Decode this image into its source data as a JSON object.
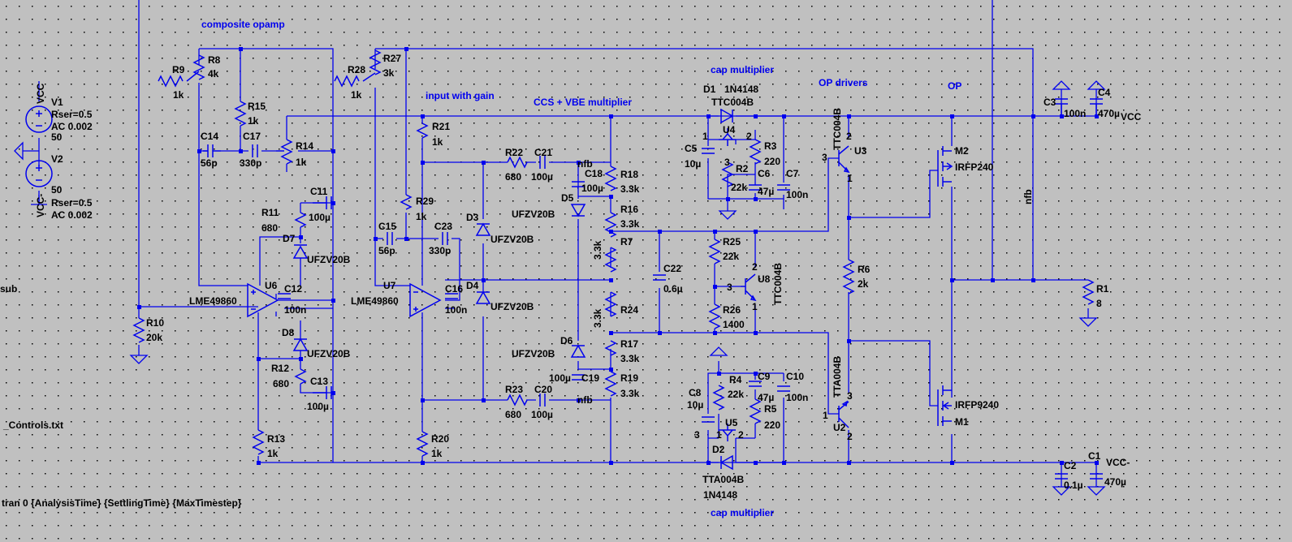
{
  "comments": {
    "composite": "composite opamp",
    "input_gain": "input with gain",
    "ccs_vbe": "CCS + VBE multiplier",
    "cap_mult_top": "cap multiplier",
    "op_drivers": "OP drivers",
    "op": "OP",
    "cap_mult_bottom": "cap multiplier"
  },
  "directives": {
    "tran": "tran 0 {AnalysisTime} {SettlingTime} {MaxTimestep}",
    "include": "_Controls.txt",
    "sub": "sub"
  },
  "nets": {
    "vcc_pos": "VCC",
    "vcc_neg": "VCC-",
    "nfb": "nfb"
  },
  "sources": {
    "v1": {
      "name": "V1",
      "rser": "Rser=0.5",
      "ac": "AC 0.002",
      "value": "50"
    },
    "v2": {
      "name": "V2",
      "rser": "Rser=0.5",
      "ac": "AC 0.002",
      "value": "50"
    }
  },
  "resistors": {
    "r1": {
      "name": "R1",
      "value": "8"
    },
    "r2": {
      "name": "R2",
      "value": "22k"
    },
    "r3": {
      "name": "R3",
      "value": "220"
    },
    "r4": {
      "name": "R4",
      "value": "22k"
    },
    "r5": {
      "name": "R5",
      "value": "220"
    },
    "r6": {
      "name": "R6",
      "value": "2k"
    },
    "r7": {
      "name": "R7",
      "value": "3.3k"
    },
    "r8": {
      "name": "R8",
      "value": "4k"
    },
    "r9": {
      "name": "R9",
      "value": "1k"
    },
    "r10": {
      "name": "R10",
      "value": "20k"
    },
    "r11": {
      "name": "R11",
      "value": "680"
    },
    "r12": {
      "name": "R12",
      "value": "680"
    },
    "r13": {
      "name": "R13",
      "value": "1k"
    },
    "r14": {
      "name": "R14",
      "value": "1k"
    },
    "r15": {
      "name": "R15",
      "value": "1k"
    },
    "r16": {
      "name": "R16",
      "value": "3.3k"
    },
    "r17": {
      "name": "R17",
      "value": "3.3k"
    },
    "r18": {
      "name": "R18",
      "value": "3.3k"
    },
    "r19": {
      "name": "R19",
      "value": "3.3k"
    },
    "r20": {
      "name": "R20",
      "value": "1k"
    },
    "r21": {
      "name": "R21",
      "value": "1k"
    },
    "r22": {
      "name": "R22",
      "value": "680"
    },
    "r23": {
      "name": "R23",
      "value": "680"
    },
    "r24": {
      "name": "R24",
      "value": "3.3k"
    },
    "r25": {
      "name": "R25",
      "value": "22k"
    },
    "r26": {
      "name": "R26",
      "value": "1400"
    },
    "r27": {
      "name": "R27",
      "value": "3k"
    },
    "r28": {
      "name": "R28",
      "value": "1k"
    },
    "r29": {
      "name": "R29",
      "value": "1k"
    }
  },
  "capacitors": {
    "c1": {
      "name": "C1",
      "value": "470µ"
    },
    "c2": {
      "name": "C2",
      "value": "0.1µ"
    },
    "c3": {
      "name": "C3",
      "value": "100n"
    },
    "c4": {
      "name": "C4",
      "value": "470µ"
    },
    "c5": {
      "name": "C5",
      "value": "10µ"
    },
    "c6": {
      "name": "C6",
      "value": "47µ"
    },
    "c7": {
      "name": "C7",
      "value": "100n"
    },
    "c8": {
      "name": "C8",
      "value": "10µ"
    },
    "c9": {
      "name": "C9",
      "value": "47µ"
    },
    "c10": {
      "name": "C10",
      "value": "100n"
    },
    "c11": {
      "name": "C11",
      "value": "100µ"
    },
    "c12": {
      "name": "C12",
      "value": "100n"
    },
    "c13": {
      "name": "C13",
      "value": "100µ"
    },
    "c14": {
      "name": "C14",
      "value": "56p"
    },
    "c15": {
      "name": "C15",
      "value": "56p"
    },
    "c16": {
      "name": "C16",
      "value": "100n"
    },
    "c17": {
      "name": "C17",
      "value": "330p"
    },
    "c18": {
      "name": "C18",
      "value": "100µ"
    },
    "c19": {
      "name": "C19",
      "value": "100µ"
    },
    "c20": {
      "name": "C20",
      "value": "100µ"
    },
    "c21": {
      "name": "C21",
      "value": "100µ"
    },
    "c22": {
      "name": "C22",
      "value": "0.6µ"
    },
    "c23": {
      "name": "C23",
      "value": "330p"
    }
  },
  "diodes": {
    "d1": {
      "name": "D1",
      "value": "1N4148"
    },
    "d2": {
      "name": "D2",
      "value": "1N4148"
    },
    "d3": {
      "name": "D3",
      "value": "UFZV20B"
    },
    "d4": {
      "name": "D4",
      "value": "UFZV20B"
    },
    "d5": {
      "name": "D5",
      "value": "UFZV20B"
    },
    "d6": {
      "name": "D6",
      "value": "UFZV20B"
    },
    "d7": {
      "name": "D7",
      "value": "UFZV20B"
    },
    "d8": {
      "name": "D8",
      "value": "UFZV20B"
    }
  },
  "semis": {
    "u2": {
      "name": "U2",
      "value": "TTA004B"
    },
    "u3": {
      "name": "U3",
      "value": "TTC004B"
    },
    "u4": {
      "name": "U4",
      "value": "TTC004B"
    },
    "u5": {
      "name": "U5",
      "value": "TTA004B"
    },
    "u6": {
      "name": "U6",
      "value": "LME49860"
    },
    "u7": {
      "name": "U7",
      "value": "LME49860"
    },
    "u8": {
      "name": "U8",
      "value": "TTC004B"
    },
    "m1": {
      "name": "M1",
      "value": "IRFP9240"
    },
    "m2": {
      "name": "M2",
      "value": "IRFP240"
    }
  },
  "pins": {
    "one": "1",
    "two": "2",
    "three": "3"
  }
}
